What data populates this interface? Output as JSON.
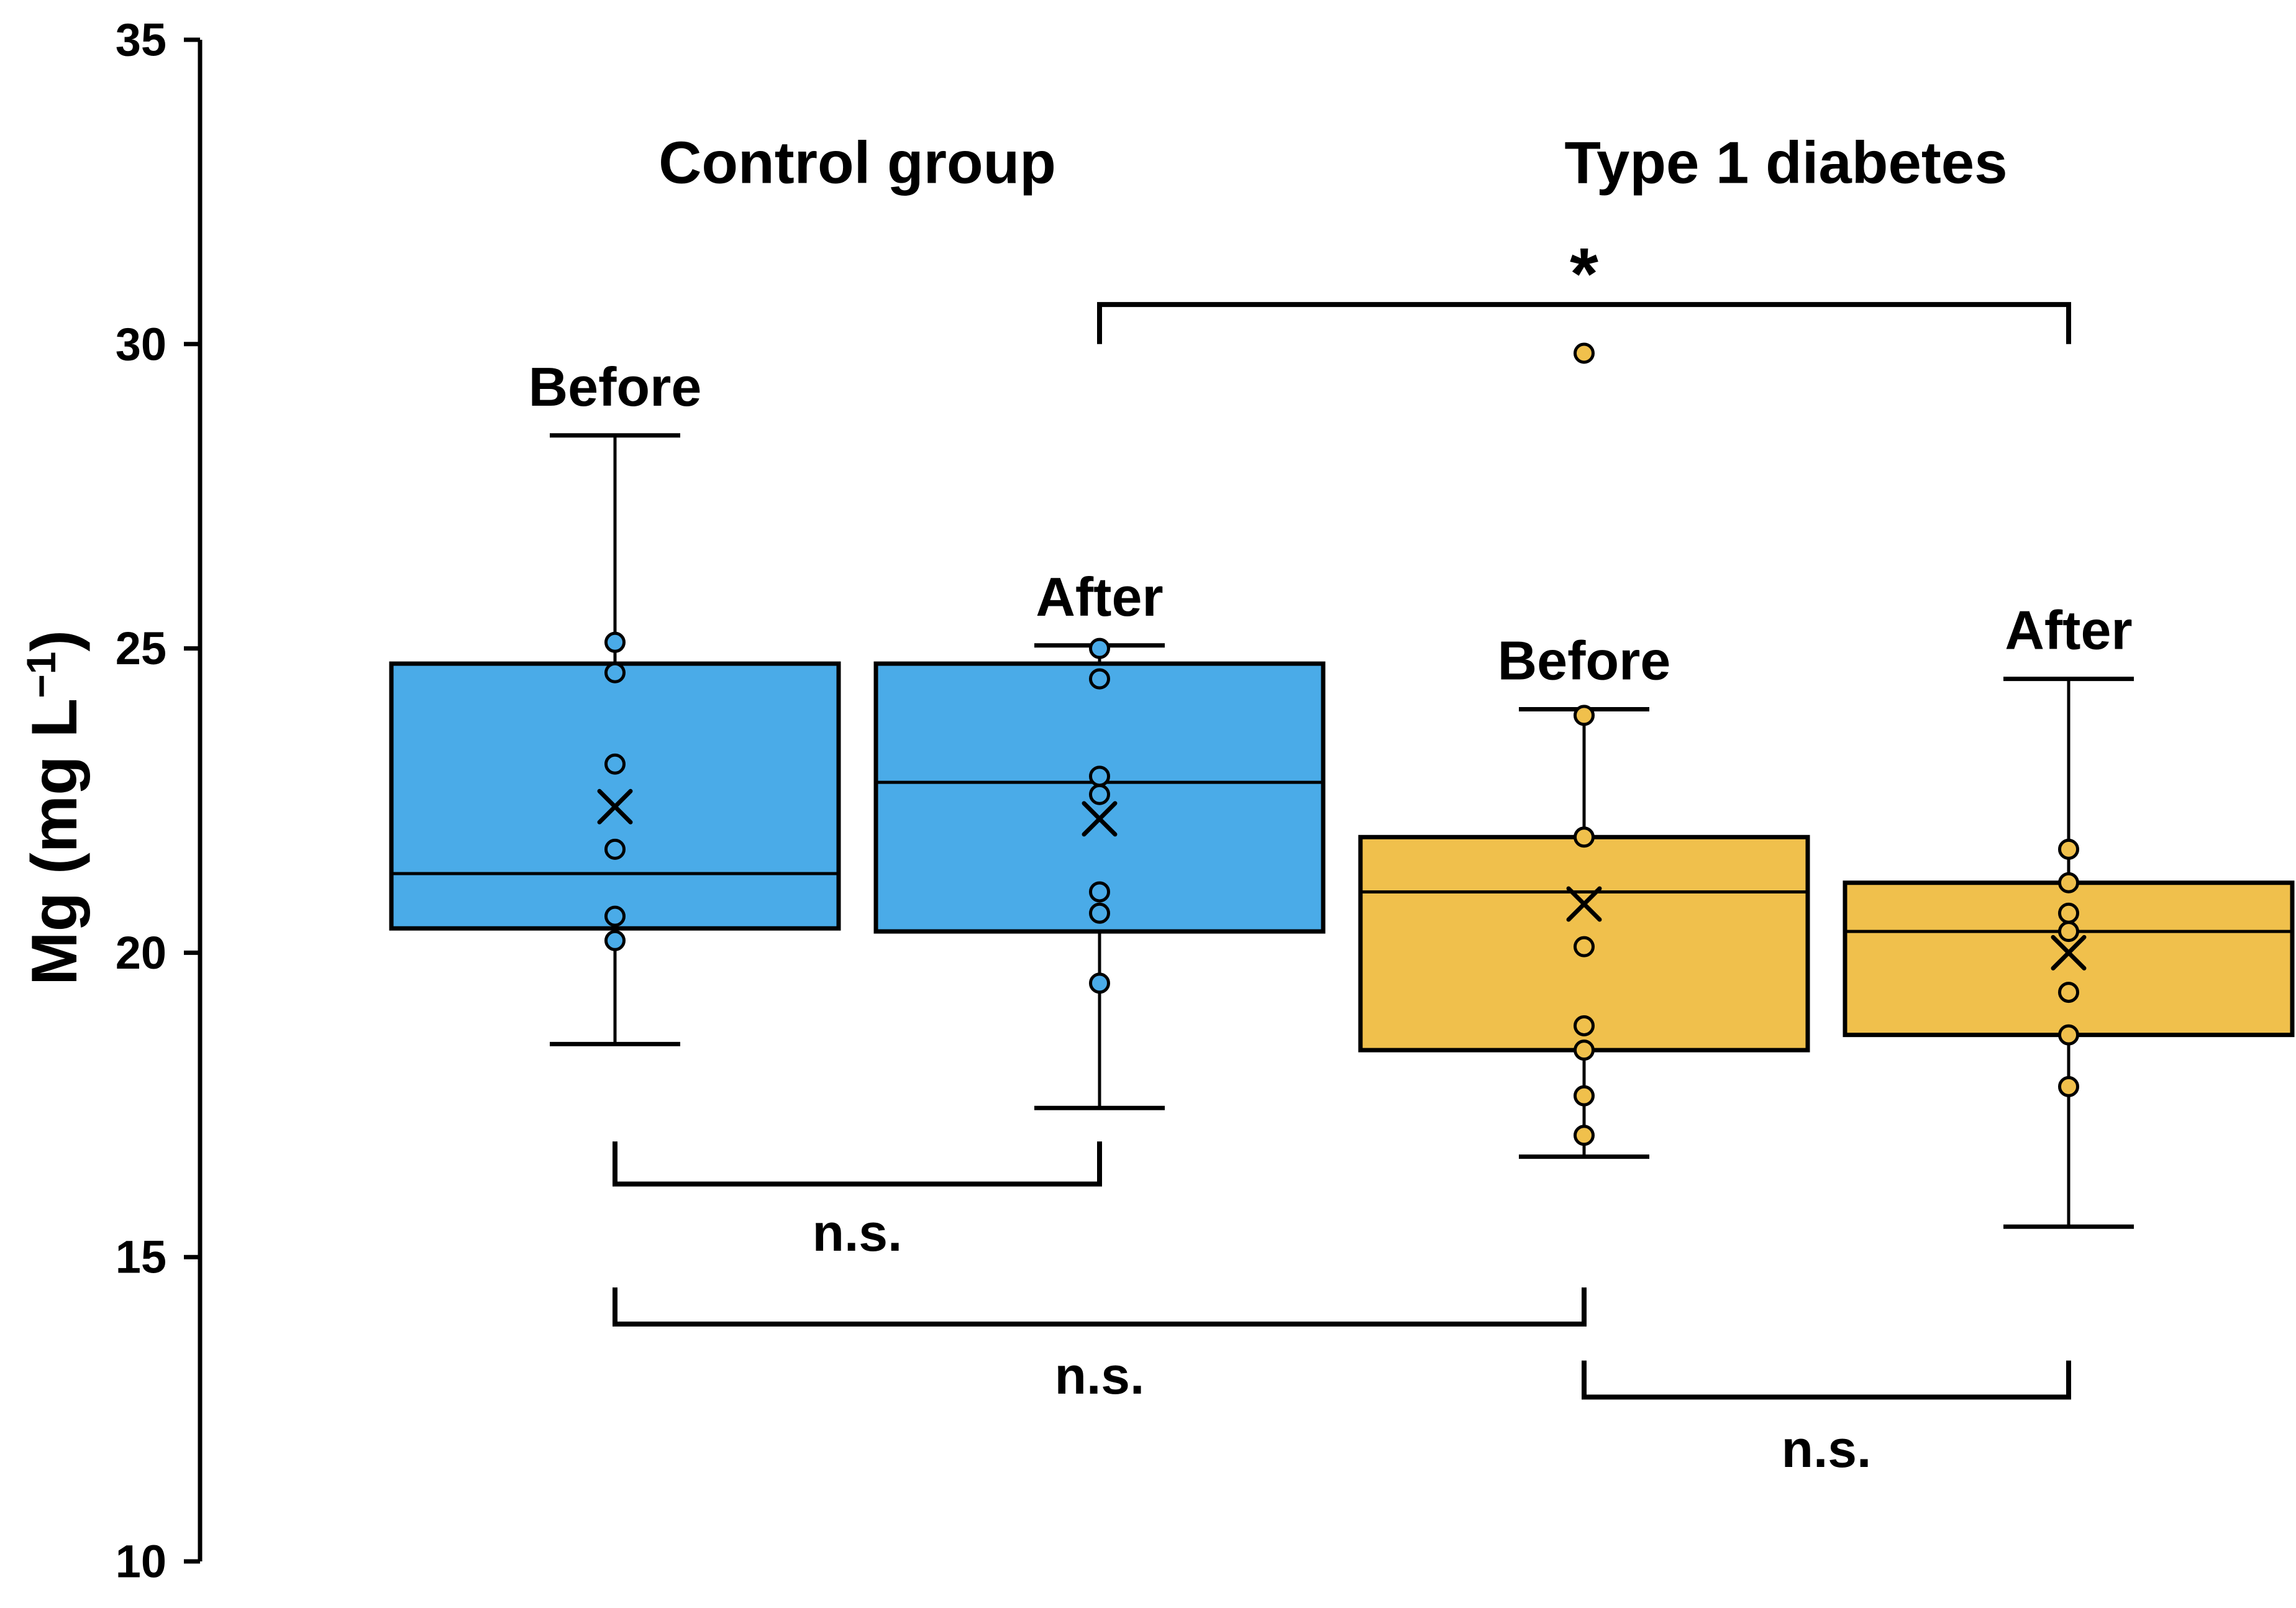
{
  "figure": {
    "background": "#ffffff",
    "line_color": "#000000"
  },
  "y_axis": {
    "label": "Mg (mg L⁻¹)",
    "label_prefix": "Mg (mg L",
    "label_superscript": "−1",
    "label_suffix": ")",
    "min": 10,
    "max": 35,
    "ticks": [
      35,
      30,
      25,
      20,
      15,
      10
    ]
  },
  "groups": [
    {
      "label": "Control group",
      "color": "#4AABE8"
    },
    {
      "label": "Type 1 diabetes",
      "color": "#F0C04C"
    }
  ],
  "chart_data": {
    "type": "boxplot",
    "title": "",
    "xlabel": "",
    "ylabel": "Mg (mg L⁻¹)",
    "ylim": [
      10,
      35
    ],
    "grid": false,
    "legend": "none",
    "series": [
      {
        "key": "control-before",
        "group": "Control group",
        "condition": "Before",
        "color": "#4AABE8",
        "whisker_low": 18.5,
        "q1": 20.4,
        "median": 21.3,
        "q3": 24.75,
        "whisker_high": 28.5,
        "mean": 22.4,
        "points": [
          25.1,
          24.6,
          23.1,
          21.7,
          20.6,
          20.2
        ]
      },
      {
        "key": "control-after",
        "group": "Control group",
        "condition": "After",
        "color": "#4AABE8",
        "whisker_low": 17.45,
        "q1": 20.35,
        "median": 22.8,
        "q3": 24.75,
        "whisker_high": 25.05,
        "mean": 22.2,
        "points": [
          25.0,
          24.5,
          22.9,
          22.6,
          21.0,
          20.65,
          19.5
        ]
      },
      {
        "key": "diabetes-before",
        "group": "Type 1 diabetes",
        "condition": "Before",
        "color": "#F0C04C",
        "whisker_low": 16.65,
        "q1": 18.4,
        "median": 21.0,
        "q3": 21.9,
        "whisker_high": 24.0,
        "mean": 20.8,
        "points": [
          29.85,
          23.9,
          21.9,
          20.1,
          18.8,
          18.4,
          17.65,
          17.0
        ]
      },
      {
        "key": "diabetes-after",
        "group": "Type 1 diabetes",
        "condition": "After",
        "color": "#F0C04C",
        "whisker_low": 15.5,
        "q1": 18.65,
        "median": 20.35,
        "q3": 21.15,
        "whisker_high": 24.5,
        "mean": 20.0,
        "points": [
          21.7,
          21.15,
          20.65,
          20.35,
          19.35,
          18.65,
          17.8
        ]
      }
    ],
    "significance": [
      {
        "label": "*",
        "between": [
          "control-after",
          "diabetes-after"
        ],
        "bar_value": 30.65,
        "arm_value": 30.0,
        "label_value": 31.15
      },
      {
        "label": "n.s.",
        "between": [
          "control-before",
          "control-after"
        ],
        "bar_value": 16.2,
        "arm_value": 16.9,
        "label_value": 15.4
      },
      {
        "label": "n.s.",
        "between": [
          "control-before",
          "diabetes-before"
        ],
        "bar_value": 13.9,
        "arm_value": 14.5,
        "label_value": 13.05
      },
      {
        "label": "n.s.",
        "between": [
          "diabetes-before",
          "diabetes-after"
        ],
        "bar_value": 12.7,
        "arm_value": 13.3,
        "label_value": 11.85
      }
    ]
  }
}
